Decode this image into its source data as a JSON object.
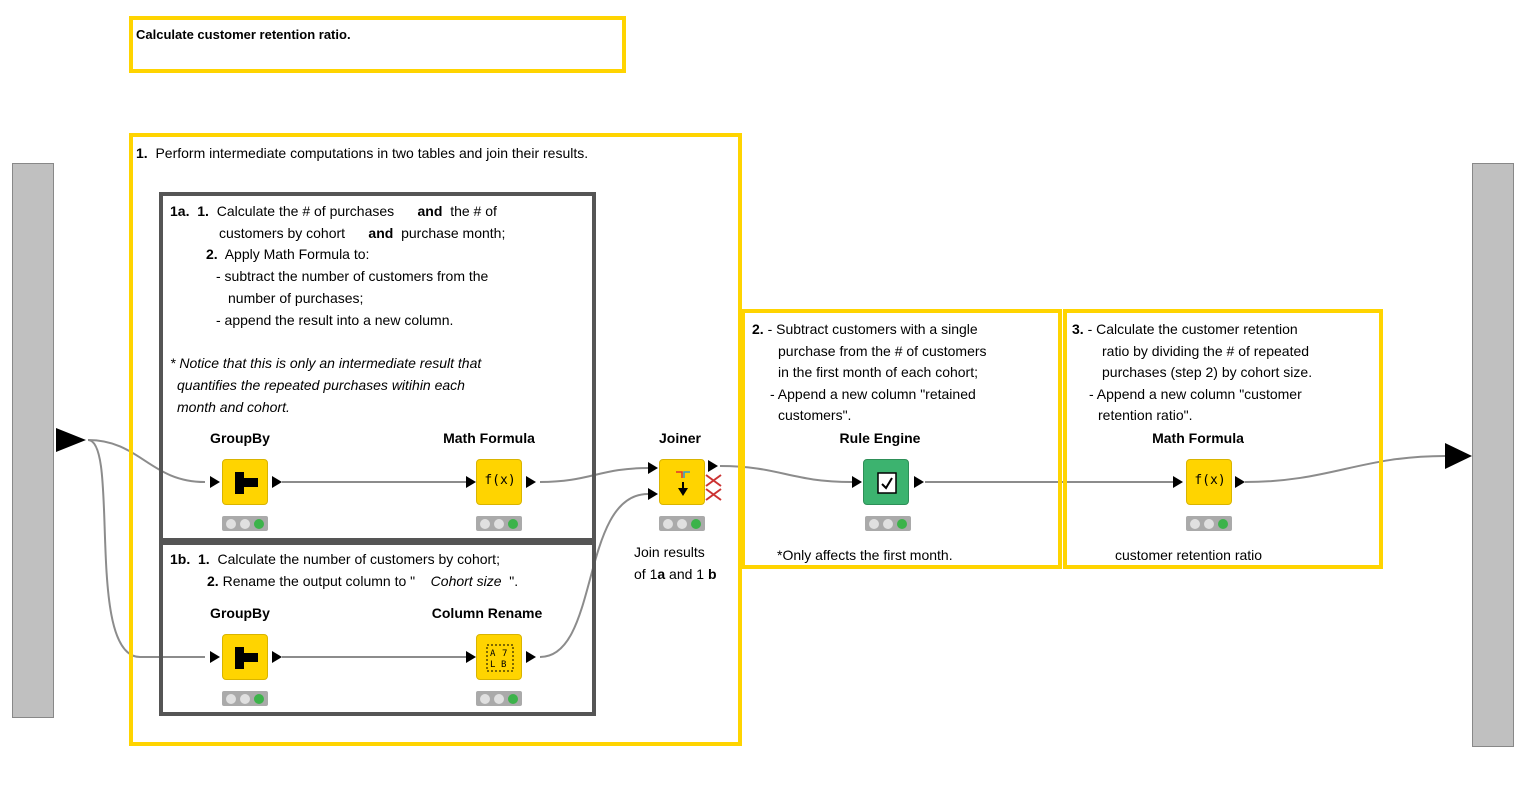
{
  "workflow": {
    "title_annotation": "Calculate customer retention ratio.",
    "section1": {
      "num": "1.",
      "text": "Perform intermediate computations in two tables and join their results."
    },
    "section1a": {
      "lines": [
        [
          "1a.",
          "1.",
          "Calculate the # of purchases",
          "and",
          "the # of"
        ],
        [
          "customers by cohort",
          "and",
          "purchase month;"
        ],
        [
          "2.",
          "Apply Math Formula to:"
        ],
        [
          "- subtract the number of customers from the"
        ],
        [
          "number of purchases;"
        ],
        [
          "- append the result into a new column."
        ]
      ],
      "l1_label": "1a.",
      "l1_num": "1.",
      "l1_a": "Calculate the # of purchases",
      "l1_and": "and",
      "l1_b": "the # of",
      "l2_a": "customers by cohort",
      "l2_and": "and",
      "l2_b": "purchase month;",
      "l3_num": "2.",
      "l3": "Apply Math Formula to:",
      "l4": "- subtract the number of customers from the",
      "l5": "number of purchases;",
      "l6": "- append the result into a new column.",
      "note1": "* Notice that this is only an intermediate result that",
      "note2": "quantifies the repeated purchases witihin each",
      "note3": "month and cohort."
    },
    "section1b": {
      "l1_label": "1b.",
      "l1_num": "1.",
      "l1": "Calculate the number of customers by cohort;",
      "l2_num": "2.",
      "l2_a": "Rename the output column to \"",
      "l2_b": "Cohort size",
      "l2_c": "\"."
    },
    "section2": {
      "num": "2.",
      "l1": "- Subtract customers with a single",
      "l2": "purchase from the # of customers",
      "l3": "in the first month of each cohort;",
      "l4": "- Append a new column \"retained",
      "l5": "customers\".",
      "caption": "*Only affects the first month."
    },
    "section3": {
      "num": "3.",
      "l1": "- Calculate the customer retention",
      "l2": "ratio by dividing the # of repeated",
      "l3": "purchases (step 2) by cohort size.",
      "l4": "- Append a new column \"customer",
      "l5": "retention ratio\".",
      "caption": "customer retention ratio"
    },
    "joiner_caption": {
      "l1": "Join results",
      "l2a": "of 1",
      "l2b": "a",
      "l2c": "and 1",
      "l2d": "b"
    },
    "nodes": {
      "groupby_a": {
        "title": "GroupBy",
        "icon": "groupby-icon"
      },
      "math_a": {
        "title": "Math Formula",
        "icon": "math-formula-icon",
        "glyph": "f(x)"
      },
      "groupby_b": {
        "title": "GroupBy",
        "icon": "groupby-icon"
      },
      "rename_b": {
        "title": "Column Rename",
        "icon": "column-rename-icon"
      },
      "joiner": {
        "title": "Joiner",
        "icon": "joiner-icon"
      },
      "rule_engine": {
        "title": "Rule Engine",
        "icon": "rule-engine-icon"
      },
      "math_3": {
        "title": "Math Formula",
        "icon": "math-formula-icon",
        "glyph": "f(x)"
      }
    },
    "colors": {
      "annotation_border": "#ffd400",
      "metanode_border": "#555555",
      "node_yellow": "#ffd400",
      "node_green": "#3cb36f",
      "status_green": "#3cb34a",
      "wire": "#888888"
    }
  }
}
